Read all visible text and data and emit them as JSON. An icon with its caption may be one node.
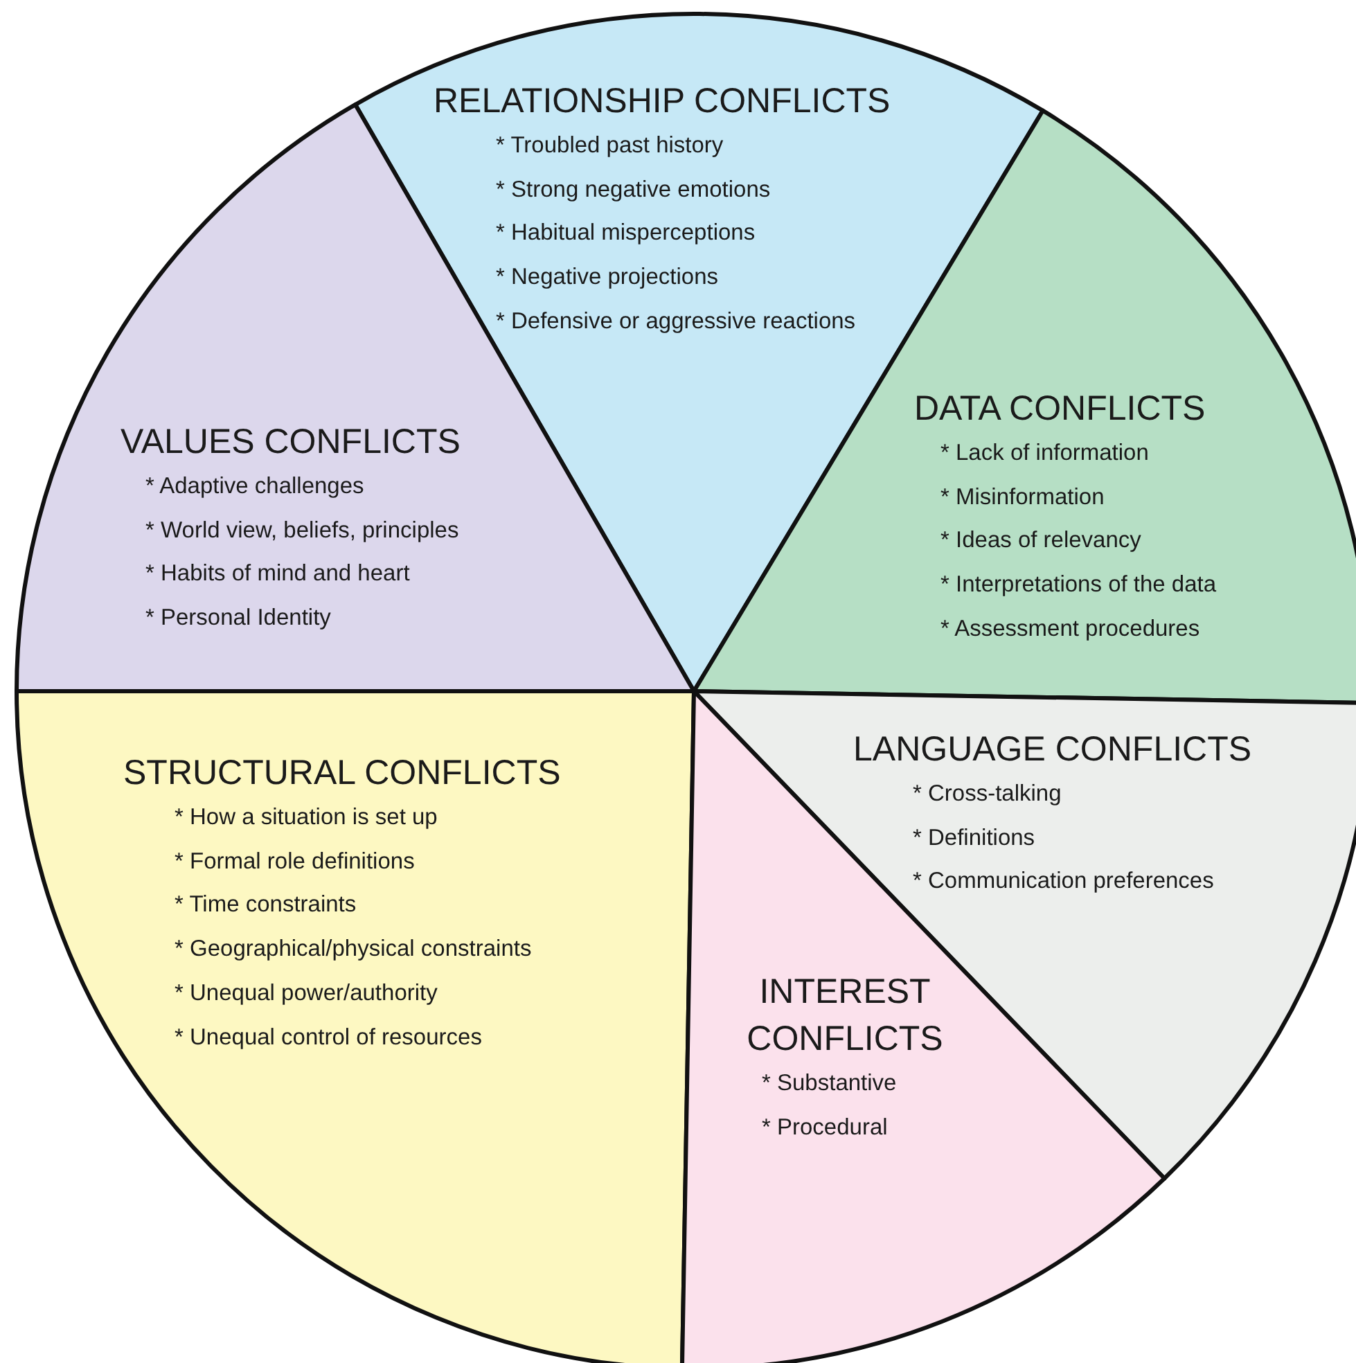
{
  "diagram": {
    "nodes": [
      {
        "text": [
          "RELATIONSHIP CONFLICTS",
          "* Troubled past history",
          "* Strong negative emotions",
          "* Habitual misperceptions",
          "* Negative projections",
          "* Defensive or aggressive reactions"
        ]
      },
      {
        "text": [
          "VALUES CONFLICTS",
          "* Adaptive challenges",
          "* World view, beliefs, principles",
          "* Habits of mind and heart",
          "* Personal Identity"
        ]
      },
      {
        "text": [
          "DATA CONFLICTS",
          "* Lack of information",
          "* Misinformation",
          "* Ideas of relevancy",
          "* Interpretations of the data",
          "* Assessment procedures"
        ]
      },
      {
        "text": [
          "STRUCTURAL CONFLICTS",
          "* How a situation is set up",
          "* Formal role definitions",
          "* Time constraints",
          "* Geographical/physical constraints",
          "* Unequal power/authority",
          "* Unequal control of resources"
        ]
      },
      {
        "text": [
          "LANGUAGE CONFLICTS",
          "* Cross-talking",
          "* Definitions",
          "* Communication preferences"
        ]
      },
      {
        "text": [
          "INTEREST CONFLICTS",
          "* Substantive",
          "* Procedural"
        ]
      }
    ]
  }
}
